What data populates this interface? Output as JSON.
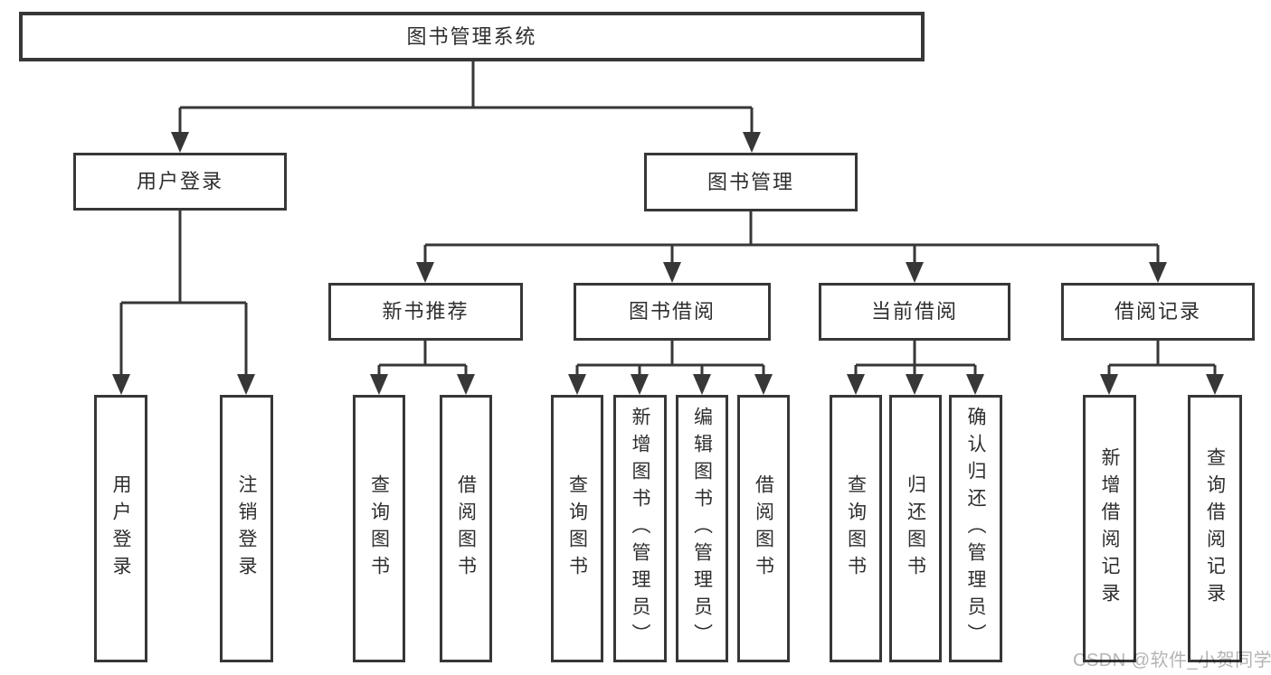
{
  "diagram": {
    "title": "图书管理系统",
    "level2": [
      "用户登录",
      "图书管理"
    ],
    "level3": [
      "新书推荐",
      "图书借阅",
      "当前借阅",
      "借阅记录"
    ],
    "leaves": {
      "user_login": [
        "用户登录",
        "注销登录"
      ],
      "new_book_recommend": [
        "查询图书",
        "借阅图书"
      ],
      "book_borrow": [
        "查询图书",
        "新增图书（管理员）",
        "编辑图书（管理员）",
        "借阅图书"
      ],
      "current_borrow": [
        "查询图书",
        "归还图书",
        "确认归还（管理员）"
      ],
      "borrow_records": [
        "新增借阅记录",
        "查询借阅记录"
      ]
    },
    "colors": {
      "line": "#373737",
      "text": "#2e2e2e",
      "watermark": "#b4b4b4",
      "background": "#ffffff"
    }
  },
  "watermark": "CSDN @软件_小贺同学"
}
